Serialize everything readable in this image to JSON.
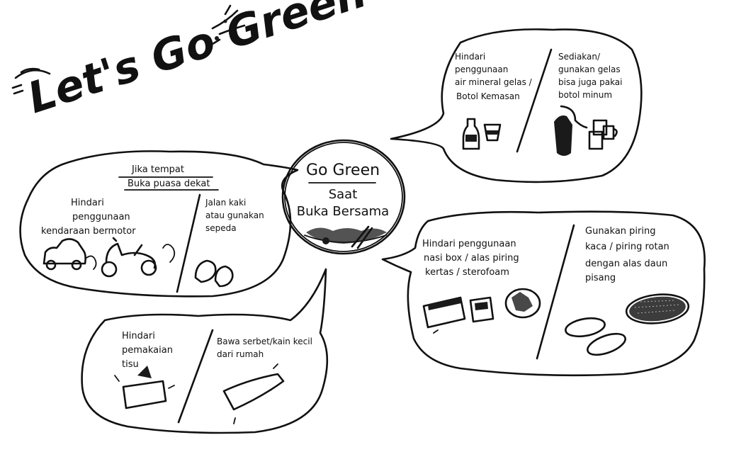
{
  "title": "Let's Go Green",
  "center": {
    "line1": "Go Green",
    "line2": "Saat",
    "line3": "Buka Bersama"
  },
  "bubbles": {
    "transport": {
      "heading": [
        "Jika tempat",
        "Buka puasa dekat"
      ],
      "left": [
        "Hindari",
        "penggunaan",
        "kendaraan bermotor"
      ],
      "right": [
        "Jalan kaki",
        "atau gunakan",
        "sepeda"
      ]
    },
    "tissue": {
      "left": [
        "Hindari",
        "pemakaian",
        "tisu"
      ],
      "right": [
        "Bawa serbet/kain kecil",
        "dari rumah"
      ]
    },
    "bottle": {
      "left": [
        "Hindari",
        "penggunaan",
        "air mineral gelas /",
        "Botol Kemasan"
      ],
      "right": [
        "Sediakan/",
        "gunakan gelas",
        "bisa juga pakai",
        "botol minum"
      ]
    },
    "plates": {
      "left": [
        "Hindari penggunaan",
        "nasi box / alas piring",
        "kertas / sterofoam"
      ],
      "right": [
        "Gunakan piring",
        "kaca / piring rotan",
        "dengan alas daun",
        "pisang"
      ]
    }
  },
  "icons": [
    "car-icon",
    "scooter-icon",
    "shoes-icon",
    "tissue-box-icon",
    "cloth-icon",
    "water-bottle-icon",
    "plastic-cup-icon",
    "tumbler-icon",
    "glasses-icon",
    "rice-box-icon",
    "styrofoam-icon",
    "paper-plate-icon",
    "glass-plate-icon",
    "rattan-plate-icon",
    "food-icon",
    "leaf-icon"
  ]
}
